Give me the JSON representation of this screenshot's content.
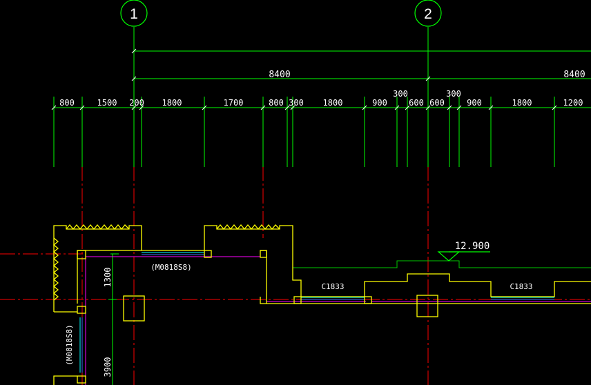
{
  "grid_axes": [
    {
      "id": "1"
    },
    {
      "id": "2"
    }
  ],
  "overall_dimensions": [
    "8400",
    "8400"
  ],
  "segment_dimensions": [
    "800",
    "1500",
    "200",
    "1800",
    "1700",
    "800",
    "300",
    "1800",
    "900",
    "300",
    "600",
    "600",
    "300",
    "900",
    "1800",
    "1200"
  ],
  "elevation": {
    "value": "12.900"
  },
  "window_tags": [
    "C1833",
    "C1833"
  ],
  "door_tags": [
    "(M0818S8)",
    "(M0818S8)"
  ],
  "vertical_dimensions": [
    "1300",
    "3900"
  ],
  "colors": {
    "background": "#000000",
    "axis": "#ff0000",
    "dimension": "#00ff00",
    "wall": "#ffff00",
    "window_cyan": "#00ffff",
    "window_blue": "#3a6bff",
    "window_magenta": "#ff00ff",
    "text": "#ffffff",
    "slab": "#00c800"
  }
}
